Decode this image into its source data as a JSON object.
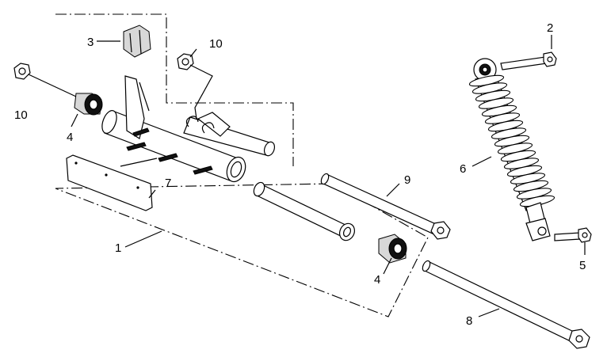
{
  "callouts": {
    "c1": "1",
    "c2": "2",
    "c3": "3",
    "c4a": "4",
    "c4b": "4",
    "c5": "5",
    "c6": "6",
    "c7": "7",
    "c8": "8",
    "c9": "9",
    "c10a": "10",
    "c10b": "10"
  }
}
